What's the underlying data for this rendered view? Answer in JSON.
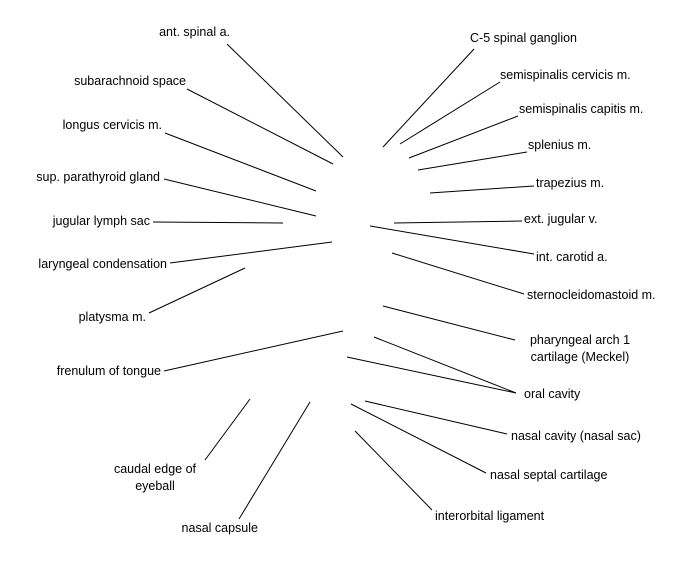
{
  "labels": {
    "ant_spinal": "ant. spinal a.",
    "subarachnoid": "subarachnoid space",
    "longus_cervicis": "longus cervicis m.",
    "sup_parathyroid": "sup. parathyroid gland",
    "jugular_lymph_sac": "jugular lymph sac",
    "laryngeal_condensation": "laryngeal condensation",
    "platysma": "platysma m.",
    "frenulum": "frenulum of tongue",
    "caudal_edge": "caudal edge of eyeball",
    "nasal_capsule": "nasal capsule",
    "c5_ganglion": "C-5 spinal ganglion",
    "semispinalis_cervicis": "semispinalis cervicis m.",
    "semispinalis_capitis": "semispinalis capitis m.",
    "splenius": "splenius m.",
    "trapezius": "trapezius m.",
    "ext_jugular": "ext. jugular v.",
    "int_carotid": "int. carotid a.",
    "sternocleidomastoid": "sternocleidomastoid m.",
    "pharyngeal_arch": "pharyngeal arch 1 cartilage (Meckel)",
    "oral_cavity": "oral cavity",
    "nasal_cavity": "nasal cavity (nasal sac)",
    "nasal_septal": "nasal septal cartilage",
    "interorbital": "interorbital ligament"
  },
  "colors": {
    "line": "#000000",
    "text": "#000000",
    "background": "#ffffff"
  }
}
